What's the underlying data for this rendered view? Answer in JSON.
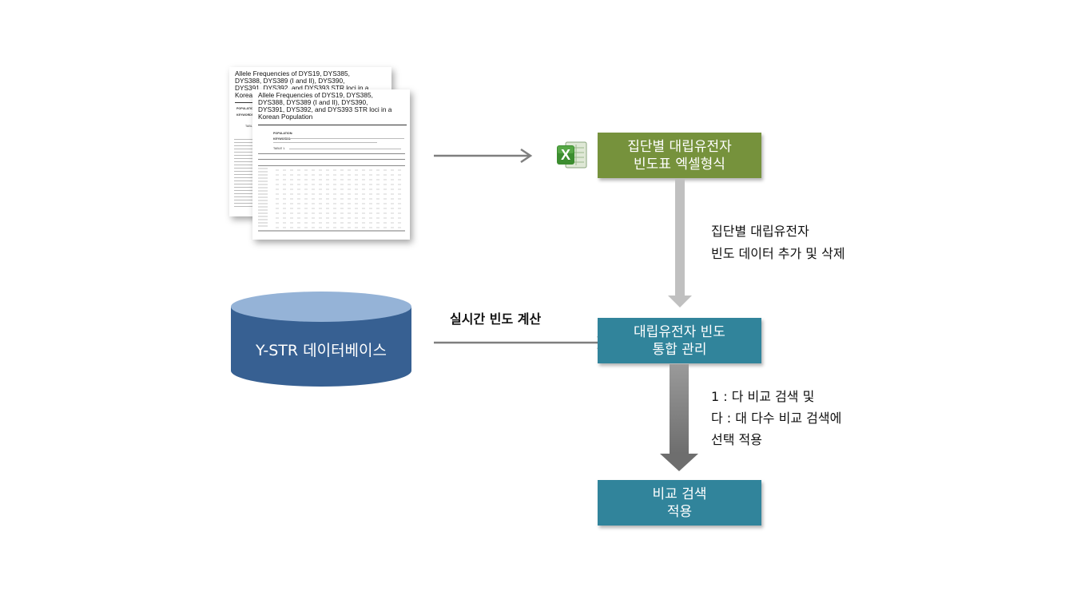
{
  "documents": {
    "title_lines": [
      "Allele Frequencies of DYS19, DYS385,",
      "DYS388, DYS389 (I and II), DYS390,",
      "DYS391, DYS392, and DYS393 STR loci in a",
      "Korean Population"
    ],
    "population_label": "POPULATION:",
    "keywords_label": "KEYWORDS:",
    "table_label": "TABLE 1."
  },
  "excel": {
    "letter": "X"
  },
  "boxes": {
    "excel_table": [
      "집단별 대립유전자",
      "빈도표 엑셀형식"
    ],
    "integrated": [
      "대립유전자 빈도",
      "통합 관리"
    ],
    "compare": [
      "비교 검색",
      "적용"
    ]
  },
  "database": {
    "label": "Y-STR 데이터베이스"
  },
  "labels": {
    "realtime": "실시간 빈도 계산",
    "add_delete": [
      "집단별 대립유전자",
      "빈도 데이터 추가 및 삭제"
    ],
    "compare_options": [
      "1 : 다 비교 검색 및",
      "다 : 대 다수 비교 검색에",
      "선택 적용"
    ]
  },
  "colors": {
    "green_box": "#76923c",
    "teal_box": "#31849b",
    "database_body": "#376092",
    "database_top": "#95b3d7",
    "arrow_gray": "#7f7f7f",
    "arrow_light": "#c0c0c0"
  }
}
